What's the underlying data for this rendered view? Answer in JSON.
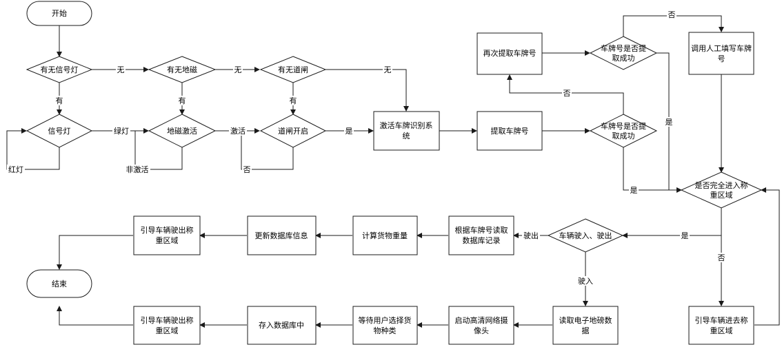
{
  "nodes": {
    "start": "开始",
    "signal_q": "有无信号灯",
    "geomag_q": "有无地磁",
    "gate_q": "有无道闸",
    "signal": "信号灯",
    "geomag_active": "地磁激活",
    "gate_open": "道闸开启",
    "activate_lpr": [
      "激活车牌识别系",
      "统"
    ],
    "extract_plate": "提取车牌号",
    "plate_ok_1": [
      "车牌号是否提",
      "取成功"
    ],
    "re_extract": "再次提取车牌号",
    "plate_ok_2": [
      "车牌号是否提",
      "取成功"
    ],
    "manual_plate": [
      "调用人工填写车牌",
      "号"
    ],
    "fully_in": [
      "是否完全进入称",
      "重区域"
    ],
    "guide_in": [
      "引导车辆进去称",
      "重区域"
    ],
    "enter_exit": "车辆驶入、驶出",
    "read_db": [
      "根据车牌号读取",
      "数据库记录"
    ],
    "calc_weight": "计算货物重量",
    "update_db": "更新数据库信息",
    "guide_out_1": [
      "引导车辆驶出称",
      "重区域"
    ],
    "end": "结束",
    "read_scale": [
      "读取电子地磅数",
      "据"
    ],
    "camera": [
      "启动高清网络摄",
      "像头"
    ],
    "wait_user": [
      "等待用户选择货",
      "物种类"
    ],
    "store_db": "存入数据库中",
    "guide_out_2": [
      "引导车辆驶出称",
      "重区域"
    ]
  },
  "edge_labels": {
    "none_1": "无",
    "none_2": "无",
    "none_3": "无",
    "has_1": "有",
    "has_2": "有",
    "has_3": "有",
    "green": "绿灯",
    "red": "红灯",
    "activated": "激活",
    "not_activated": "非激活",
    "no_gate": "否",
    "yes_gate": "是",
    "no_plate_1": "否",
    "no_plate_2": "否",
    "yes_plate_1": "是",
    "yes_plate_2": "是",
    "yes_fully": "是",
    "no_fully": "否",
    "drive_out": "驶出",
    "drive_in": "驶入"
  }
}
